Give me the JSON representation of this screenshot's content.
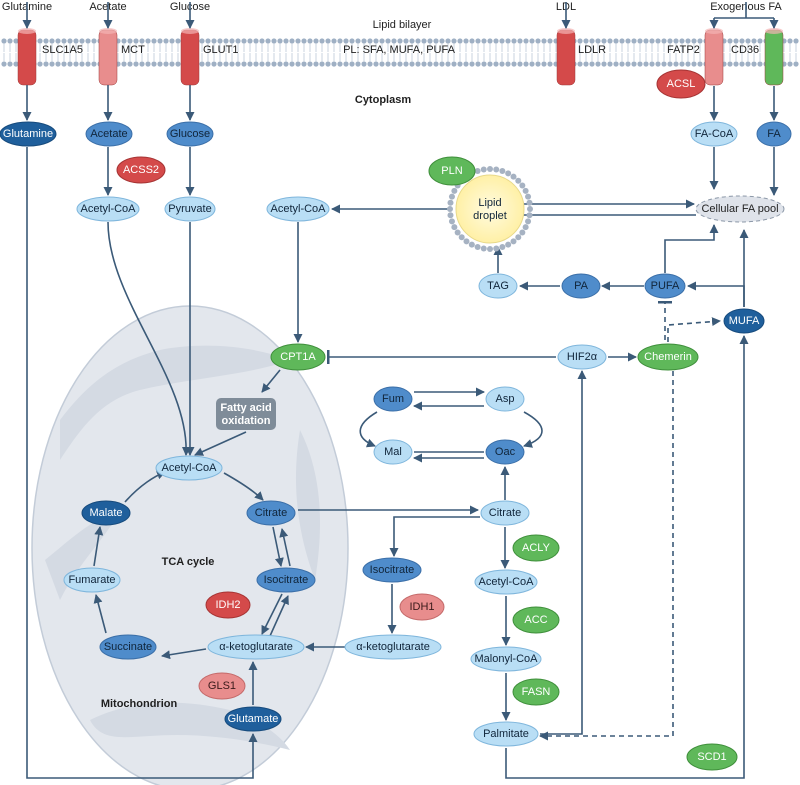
{
  "colors": {
    "dark_blue": "#1f5f9c",
    "mid_blue": "#4f8ccb",
    "light_blue": "#b9def5",
    "pale_blue": "#a9d3ef",
    "green": "#5fb85a",
    "red": "#d44a4a",
    "pink": "#e88d8d",
    "grey": "#7f8c99",
    "mito": "#e3e7ed",
    "membrane": "#9fb0c4",
    "edge": "#3b5a78",
    "droplet": "#fff6c4",
    "pool": "#dfe3ea"
  },
  "labels": {
    "lipid_bilayer": "Lipid bilayer",
    "pl_composition": "PL: SFA, MUFA, PUFA",
    "cytoplasm": "Cytoplasm",
    "tca_cycle": "TCA cycle",
    "mitochondrion": "Mitochondrion"
  },
  "substrates": {
    "glutamine": "Glutamine",
    "acetate": "Acetate",
    "glucose": "Glucose",
    "ldl": "LDL",
    "exogenous_fa": "Exogenous FA"
  },
  "transporters": {
    "slc1a5": "SLC1A5",
    "mct": "MCT",
    "glut1": "GLUT1",
    "ldlr": "LDLR",
    "fatp2": "FATP2",
    "cd36": "CD36"
  },
  "nodes": {
    "glutamine": "Glutamine",
    "acetate": "Acetate",
    "acss2": "ACSS2",
    "glucose": "Glucose",
    "acetyl_coa_1": "Acetyl-CoA",
    "pyruvate": "Pyruvate",
    "acetyl_coa_2": "Acetyl-CoA",
    "pln": "PLN",
    "lipid_droplet": "Lipid\ndroplet",
    "acsl": "ACSL",
    "fa_coa": "FA-CoA",
    "fa": "FA",
    "cellular_fa_pool": "Cellular FA pool",
    "tag": "TAG",
    "pa": "PA",
    "pufa": "PUFA",
    "mufa": "MUFA",
    "cpt1a": "CPT1A",
    "hif2a": "HIF2α",
    "chemerin": "Chemerin",
    "fatty_acid_oxidation": "Fatty acid\noxidation",
    "fum": "Fum",
    "asp": "Asp",
    "mal": "Mal",
    "oac": "Oac",
    "acetyl_coa_mito": "Acetyl-CoA",
    "malate": "Malate",
    "citrate_mito": "Citrate",
    "citrate_cyto": "Citrate",
    "acly": "ACLY",
    "fumarate": "Fumarate",
    "isocitrate_mito": "Isocitrate",
    "isocitrate_cyto": "Isocitrate",
    "acetyl_coa_cyto": "Acetyl-CoA",
    "idh2": "IDH2",
    "idh1": "IDH1",
    "acc": "ACC",
    "succinate": "Succinate",
    "akg_mito": "α-ketoglutarate",
    "akg_cyto": "α-ketoglutarate",
    "malonyl_coa": "Malonyl-CoA",
    "gls1": "GLS1",
    "fasn": "FASN",
    "glutamate": "Glutamate",
    "palmitate": "Palmitate",
    "scd1": "SCD1"
  }
}
